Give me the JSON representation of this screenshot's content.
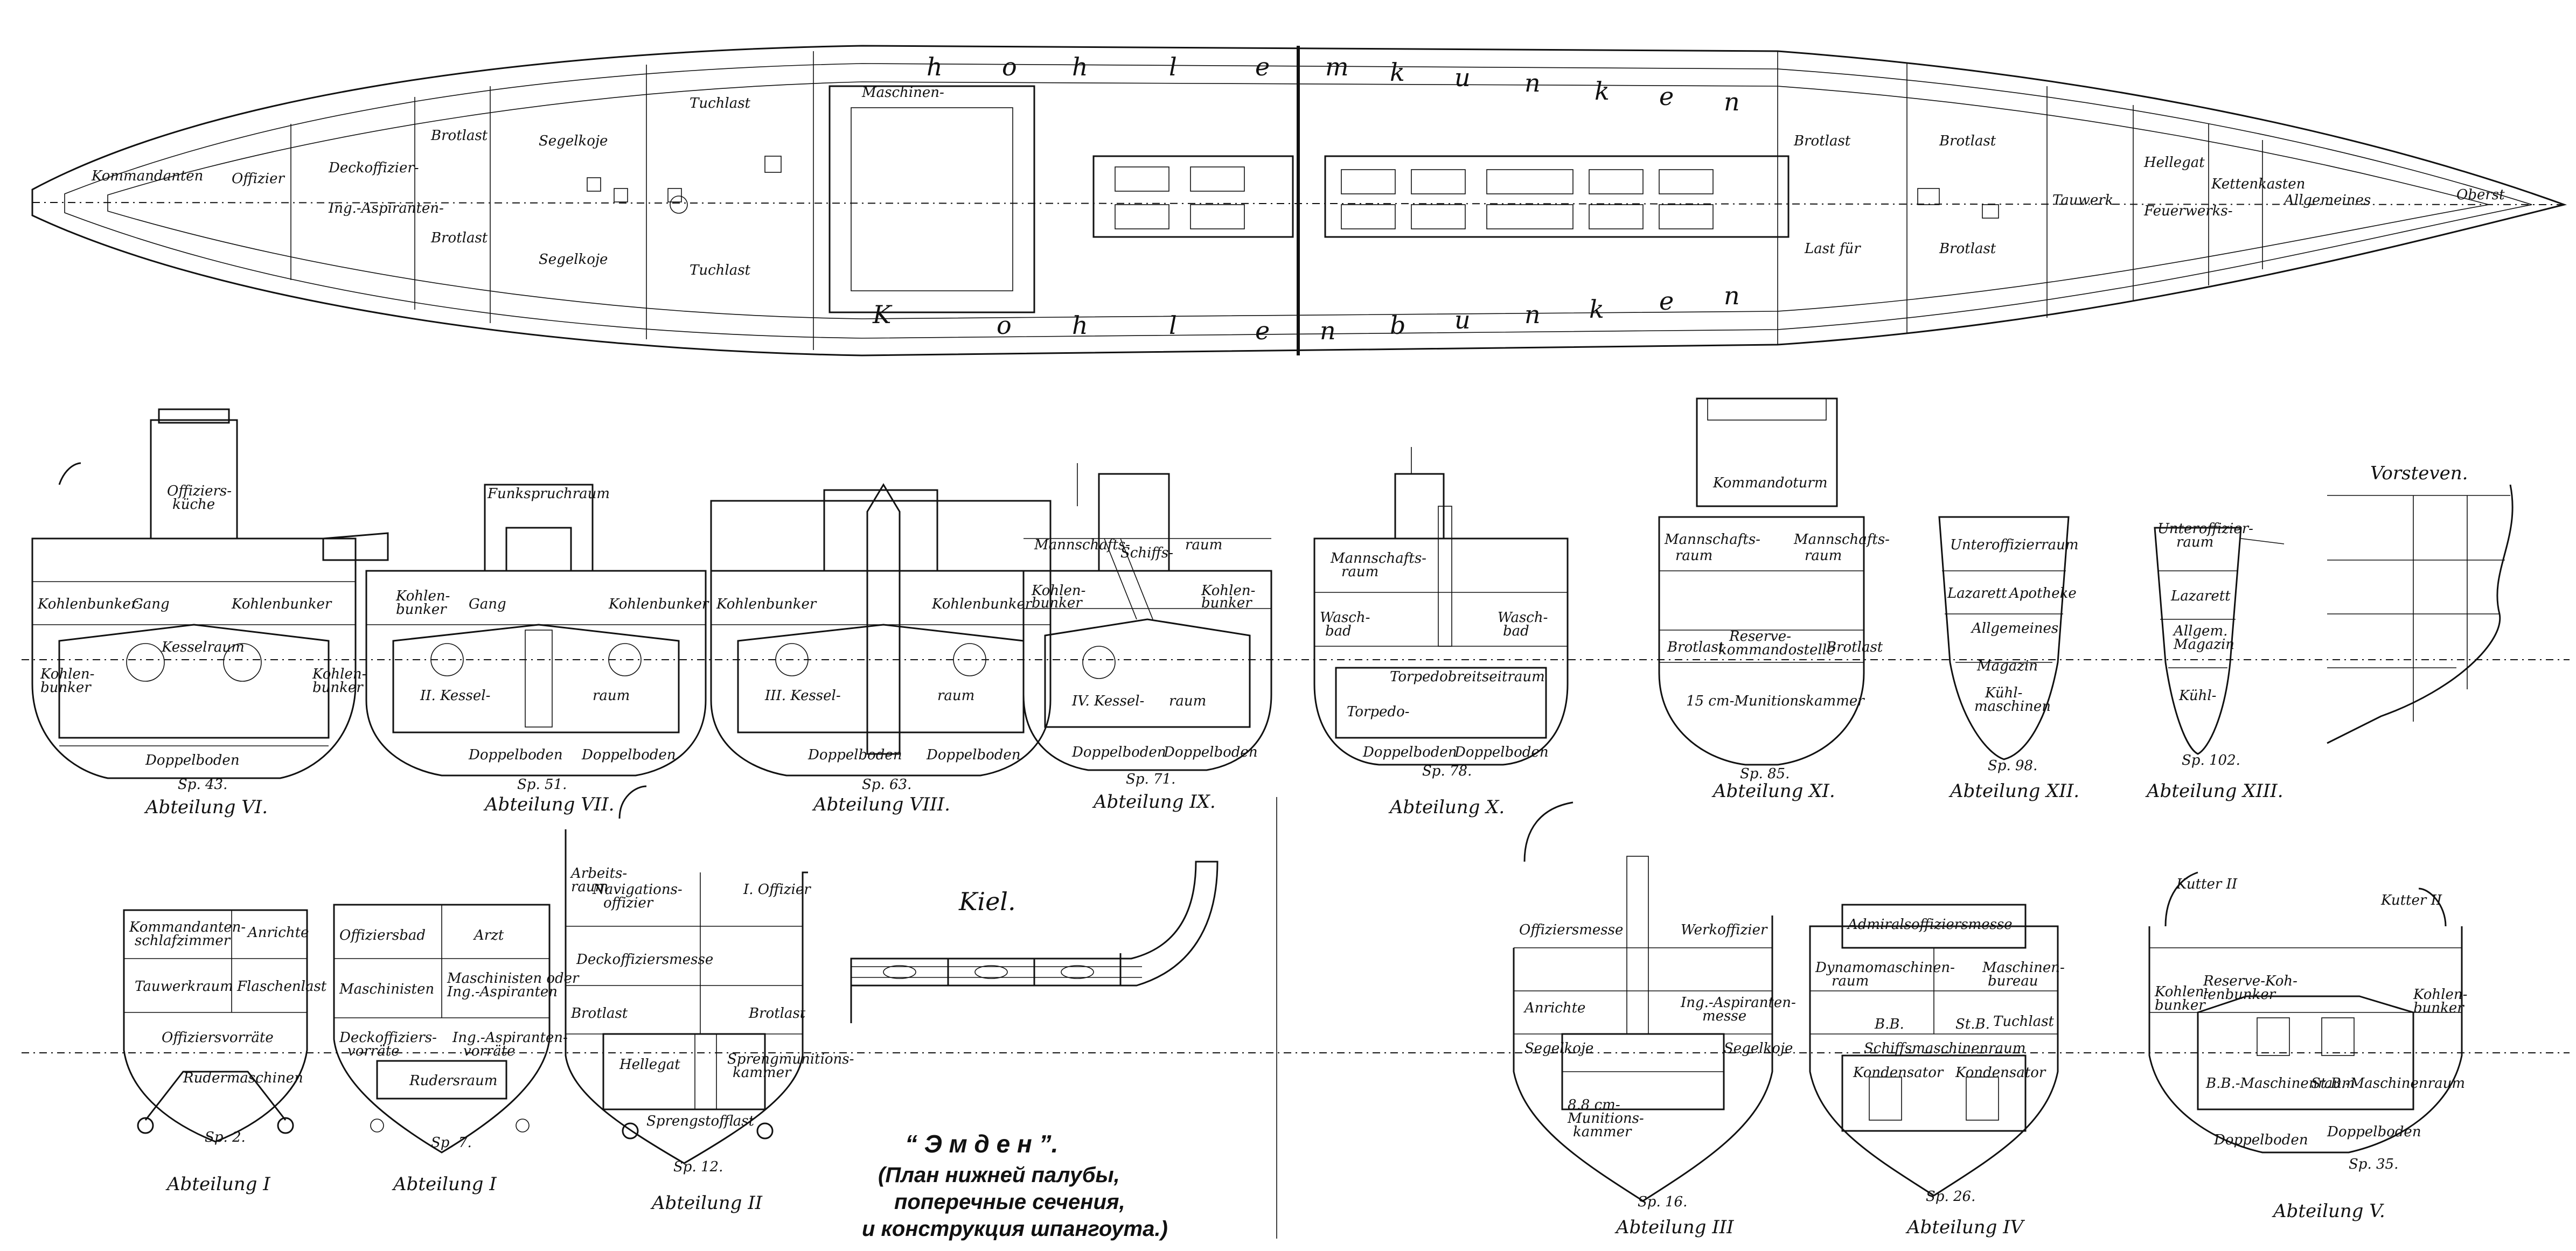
{
  "caption": {
    "title": "“ Э м д е н ”.",
    "line1": "(План нижней палубы,",
    "line2": "поперечные сечения,",
    "line3": "и конструкция шпангоута.)"
  },
  "plan": {
    "labels": {
      "kommandant": "Kommandanten",
      "offizier": "Offizier",
      "deckoffizier": "Deckoffizier-",
      "ing": "Ing.-Aspiranten-",
      "brotlast": "Brotlast",
      "segelkoje": "Segelkoje",
      "tuchlast": "Tuchlast",
      "maschinen": "Maschinen-",
      "last_fuer": "Last für",
      "tauwerk": "Tauwerk",
      "kettenkasten": "Kettenkasten",
      "hellegat": "Hellegat",
      "feuerwerks": "Feuerwerks-",
      "allgemeines": "Allgemeines",
      "oberst": "Oberst",
      "oberst_s": "Oberst"
    },
    "bunker_letters_top": [
      "h",
      "o",
      "h",
      "l",
      "e",
      "m",
      "k",
      "u",
      "n",
      "k",
      "e",
      "n"
    ],
    "bunker_letters_bottom": [
      "K",
      "o",
      "h",
      "l",
      "e",
      "n",
      "b",
      "u",
      "n",
      "k",
      "e",
      "n"
    ]
  },
  "sections_top": [
    {
      "title": "Abteilung VI.",
      "spant": "Sp. 43.",
      "labels": [
        "Offiziers-",
        "küche",
        "Kohlenbunker",
        "Gang",
        "Kesselraum",
        "Kohlen-",
        "bunker",
        "Doppelboden"
      ]
    },
    {
      "title": "Abteilung VII.",
      "spant": "Sp. 51.",
      "labels": [
        "Funkspruchraum",
        "Kohlen-",
        "bunker",
        "Gang",
        "Kohlenbunker",
        "II. Kessel-",
        "raum",
        "Doppelboden"
      ]
    },
    {
      "title": "Abteilung VIII.",
      "spant": "Sp. 63.",
      "labels": [
        "Kohlenbunker",
        "Kohlenbunker",
        "III. Kessel-",
        "raum",
        "Doppelboden"
      ]
    },
    {
      "title": "Abteilung IX.",
      "spant": "Sp. 71.",
      "labels": [
        "Mannschafts-",
        "Schiffs-",
        "raum",
        "Kohlen-",
        "bunker",
        "Kohlen-",
        "bunker",
        "IV. Kessel-",
        "raum",
        "Doppelboden"
      ]
    },
    {
      "title": "Abteilung X.",
      "spant": "Sp. 78.",
      "labels": [
        "Mannschafts-",
        "raum",
        "Wasch-",
        "bad",
        "Torpedobreitseitraum",
        "Torpedo-",
        "Doppelboden"
      ]
    },
    {
      "title": "Abteilung XI.",
      "spant": "Sp. 85.",
      "labels": [
        "Kommandoturm",
        "Mannschafts-",
        "raum",
        "Mannschafts-",
        "raum",
        "Reserve-",
        "kommandostelle",
        "Brotlast",
        "Brotlast",
        "15 cm-Munitionskammer"
      ]
    },
    {
      "title": "Abteilung XII.",
      "spant": "Sp. 98.",
      "labels": [
        "Unteroffizierraum",
        "Lazarett",
        "Apotheke",
        "Allgemeines",
        "Magazin",
        "Kühl-",
        "maschinen"
      ]
    },
    {
      "title": "Abteilung XIII.",
      "spant": "Sp. 102.",
      "labels": [
        "Unteroffizier-",
        "raum",
        "Lazarett",
        "Allgem.",
        "Magazin",
        "Kühl-"
      ]
    }
  ],
  "vorsteven": {
    "title": "Vorsteven."
  },
  "kiel": {
    "title": "Kiel."
  },
  "sections_bottom": [
    {
      "title": "Abteilung I",
      "spant": "Sp. 2.",
      "labels": [
        "Kommandanten-",
        "schlafzimmer",
        "Anrichte",
        "Tauwerkraum",
        "Flaschenlast",
        "Offiziersvorräte",
        "Rudermaschinen"
      ]
    },
    {
      "title": "Abteilung I",
      "spant": "Sp. 7.",
      "labels": [
        "Offiziersbad",
        "Arzt",
        "Maschinisten",
        "Maschinisten oder",
        "Ing.-Aspiranten",
        "Deckoffiziers-",
        "vorräte",
        "Ing.-Aspiranten-",
        "vorräte",
        "Rudersraum"
      ]
    },
    {
      "title": "Abteilung II",
      "spant": "Sp. 12.",
      "labels": [
        "Arbeits-",
        "raum",
        "Navigations-",
        "offizier",
        "I. Offizier",
        "Deckoffiziersmesse",
        "Brotlast",
        "Brotlast",
        "Hellegat",
        "Sprengmunitions-",
        "kammer",
        "Sprengstofflast"
      ]
    },
    {
      "title": "Abteilung III",
      "spant": "Sp. 16.",
      "labels": [
        "Offiziersmesse",
        "Werkoffizier",
        "Anrichte",
        "Ing.-Aspiranten-",
        "messe",
        "Segelkoje",
        "Segelkoje",
        "8.8 cm-",
        "Munitions-",
        "kammer"
      ]
    },
    {
      "title": "Abteilung IV",
      "spant": "Sp. 26.",
      "labels": [
        "Admiralsoffiziersmesse",
        "Dynamomaschinen-",
        "raum",
        "Maschinen-",
        "bureau",
        "Tuchlast",
        "Schiffsmaschinenraum",
        "B.B.",
        "St.B.",
        "Kondensator"
      ]
    },
    {
      "title": "Abteilung V.",
      "spant": "Sp. 35.",
      "labels": [
        "Kutter II",
        "Kutter II",
        "Reserve-Koh-",
        "lenbunker",
        "Kohlen-",
        "bunker",
        "B.B.-Maschinenraum",
        "St.B.-Maschinenraum",
        "Kohlen-",
        "bunker",
        "Doppelboden",
        "Doppelboden"
      ]
    }
  ]
}
